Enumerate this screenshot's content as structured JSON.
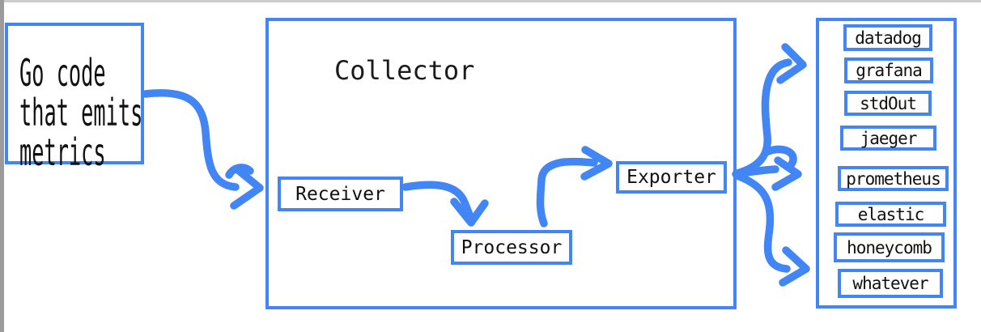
{
  "colors": {
    "accent_blue": "#4285F4",
    "text": "#111111",
    "edge_gray": "#9b9b9b"
  },
  "source": {
    "lines": [
      "Go code",
      "that emits",
      "metrics"
    ]
  },
  "collector": {
    "title": "Collector",
    "receiver": "Receiver",
    "processor": "Processor",
    "exporter": "Exporter"
  },
  "destinations": [
    "datadog",
    "grafana",
    "stdOut",
    "jaeger",
    "prometheus",
    "elastic",
    "honeycomb",
    "whatever"
  ],
  "arrows": [
    "source-to-receiver",
    "receiver-to-processor",
    "processor-to-exporter",
    "exporter-fanout-top",
    "exporter-fanout-middle",
    "exporter-fanout-bottom"
  ]
}
